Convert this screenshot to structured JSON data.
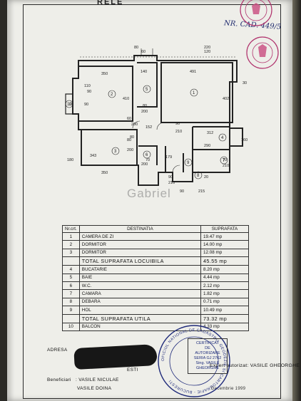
{
  "header": {
    "title_fragment": "RELE",
    "hand_number": "NR. CAD. 449/5"
  },
  "plan": {
    "dims": [
      "80",
      "60",
      "220",
      "120",
      "140",
      "491",
      "30",
      "350",
      "402",
      "10",
      "90",
      "410",
      "90",
      "110",
      "80",
      "200",
      "60",
      "200",
      "90",
      "80",
      "152",
      "210",
      "312",
      "160",
      "180",
      "343",
      "80",
      "200",
      "179",
      "290",
      "70",
      "210",
      "350",
      "70",
      "200",
      "90",
      "210",
      "90",
      "215",
      "20"
    ],
    "rooms": [
      "1",
      "2",
      "3",
      "4",
      "5",
      "6",
      "7",
      "8",
      "9",
      "10"
    ]
  },
  "watermark": "Gabriel",
  "table": {
    "headers": [
      "Nr.crt.",
      "DESTINATIA",
      "SUPRAFATA"
    ],
    "rows": [
      {
        "nr": "1",
        "dest": "CAMERA DE ZI",
        "sup": "19.47 mp"
      },
      {
        "nr": "2",
        "dest": "DORMITOR",
        "sup": "14.00 mp"
      },
      {
        "nr": "3",
        "dest": "DORMITOR",
        "sup": "12.08 mp"
      }
    ],
    "total_locuibila": {
      "label": "TOTAL SUPRAFATA LOCUIBILA",
      "value": "45.55 mp"
    },
    "rows2": [
      {
        "nr": "4",
        "dest": "BUCATARIE",
        "sup": "8.20 mp"
      },
      {
        "nr": "5",
        "dest": "BAIE",
        "sup": "4.44 mp"
      },
      {
        "nr": "6",
        "dest": "W.C.",
        "sup": "2.12 mp"
      },
      {
        "nr": "7",
        "dest": "CAMARA",
        "sup": "1.82 mp"
      },
      {
        "nr": "8",
        "dest": "DEBARA",
        "sup": "0.71 mp"
      },
      {
        "nr": "9",
        "dest": "HOL",
        "sup": "10.49 mp"
      }
    ],
    "total_utila": {
      "label": "TOTAL SUPRAFATA UTILA",
      "value": "73.32 mp"
    },
    "balcon": {
      "nr": "10",
      "dest": "BALCON",
      "sup": "4.33 mp"
    }
  },
  "footer": {
    "adresa_label": "ADRESA",
    "adresa_tail": "ESTI",
    "beneficiar_label": "Beneficiari",
    "beneficiar_1": ": VASILE NICULAE",
    "beneficiar_2": "VASILE DOINA",
    "expert": "Expert autorizat: VASILE GHEORGHE",
    "date": "Decembrie 1999"
  },
  "stamp": {
    "cert_lines": [
      "CERTIFICAT",
      "DE",
      "AUTORIZARE",
      "SERIA GJ 2762",
      "Sing. VASILE",
      "GHEORGHE"
    ],
    "ring": "OFICIUL NATIONAL DE CADASTRU, GEODEZIE SI CARTOGRAFIE - BUCURESTI"
  },
  "colors": {
    "paper": "#eeeee9",
    "ink_blue": "#1f2a6e",
    "stamp_red": "#b0316c"
  }
}
